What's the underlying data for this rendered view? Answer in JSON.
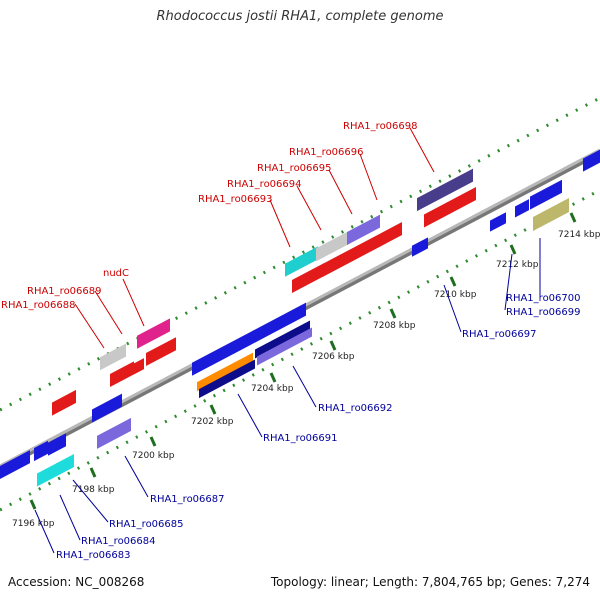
{
  "title": "Rhodococcus jostii RHA1, complete genome",
  "footer": {
    "accession": "Accession: NC_008268",
    "summary": "Topology: linear; Length: 7,804,765 bp; Genes: 7,274"
  },
  "colors": {
    "backbone": "#999999",
    "tick": "#2e8b2e",
    "label_forward": "#cc0000",
    "label_reverse": "#000099"
  },
  "ruler": {
    "unit": "kbp",
    "ticks": [
      {
        "label": "7196 kbp"
      },
      {
        "label": "7198 kbp"
      },
      {
        "label": "7200 kbp"
      },
      {
        "label": "7202 kbp"
      },
      {
        "label": "7204 kbp"
      },
      {
        "label": "7206 kbp"
      },
      {
        "label": "7208 kbp"
      },
      {
        "label": "7210 kbp"
      },
      {
        "label": "7212 kbp"
      },
      {
        "label": "7214 kbp"
      }
    ]
  },
  "forward_labels": [
    {
      "text": "RHA1_ro06688"
    },
    {
      "text": "RHA1_ro06689"
    },
    {
      "text": "nudC"
    },
    {
      "text": "RHA1_ro06693"
    },
    {
      "text": "RHA1_ro06694"
    },
    {
      "text": "RHA1_ro06695"
    },
    {
      "text": "RHA1_ro06696"
    },
    {
      "text": "RHA1_ro06698"
    }
  ],
  "reverse_labels": [
    {
      "text": "RHA1_ro06683"
    },
    {
      "text": "RHA1_ro06684"
    },
    {
      "text": "RHA1_ro06685"
    },
    {
      "text": "RHA1_ro06687"
    },
    {
      "text": "RHA1_ro06691"
    },
    {
      "text": "RHA1_ro06692"
    },
    {
      "text": "RHA1_ro06697"
    },
    {
      "text": "RHA1_ro06699"
    },
    {
      "text": "RHA1_ro06700"
    }
  ]
}
